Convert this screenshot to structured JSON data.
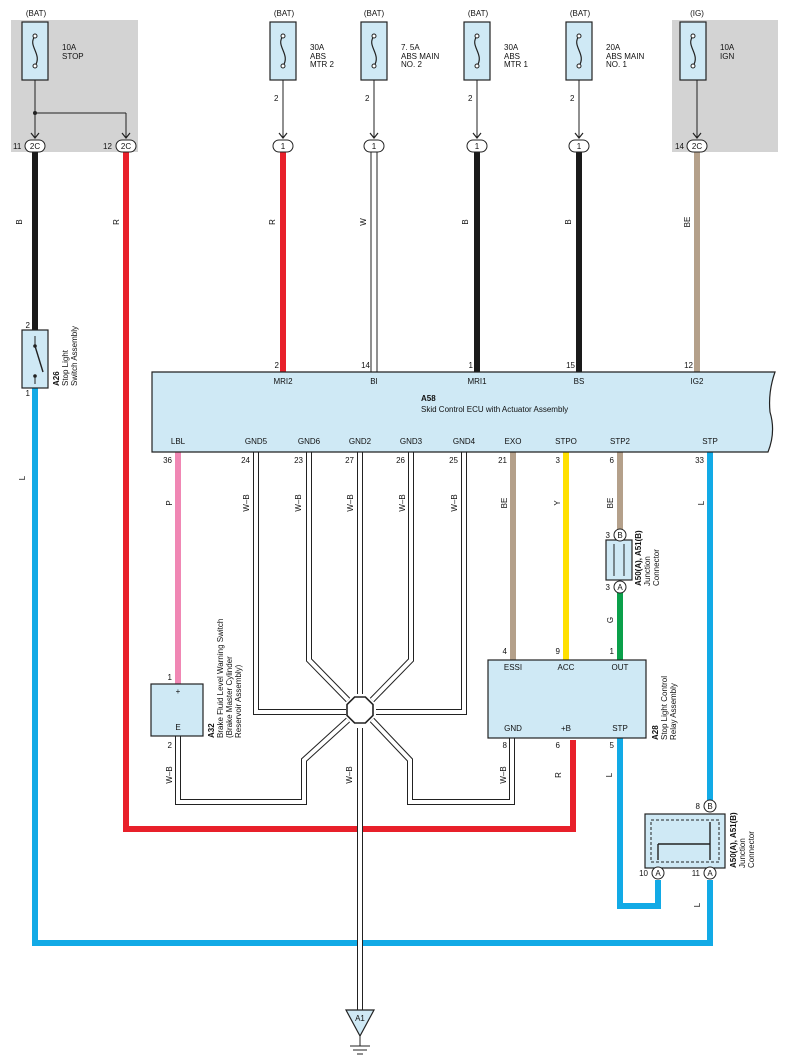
{
  "colors": {
    "red": "#e8202a",
    "black": "#1a1a1a",
    "blue": "#12aae6",
    "pink": "#f087b4",
    "tan": "#b4a08a",
    "yellow": "#ffe000",
    "green": "#0aa04a",
    "box_fill": "#cfe9f5",
    "panel_gray": "#d3d3d3",
    "line": "#222222"
  },
  "top_panels": [
    {
      "source": "(BAT)",
      "amp": "10A",
      "name": [
        "STOP"
      ]
    },
    {
      "source": "(BAT)",
      "amp": "30A",
      "name": [
        "ABS",
        "MTR 2"
      ]
    },
    {
      "source": "(BAT)",
      "amp": "7. 5A",
      "name": [
        "ABS MAIN",
        "NO. 2"
      ]
    },
    {
      "source": "(BAT)",
      "amp": "30A",
      "name": [
        "ABS",
        "MTR 1"
      ]
    },
    {
      "source": "(BAT)",
      "amp": "20A",
      "name": [
        "ABS MAIN",
        "NO. 1"
      ]
    },
    {
      "source": "(IG)",
      "amp": "10A",
      "name": [
        "IGN"
      ]
    }
  ],
  "fuse_pins": [
    "2",
    "2",
    "2",
    "2",
    "2"
  ],
  "connectors": {
    "c11": {
      "pin": "11",
      "code": "2C"
    },
    "c12": {
      "pin": "12",
      "code": "2C"
    },
    "c14": {
      "pin": "14",
      "code": "2C"
    },
    "one": "1"
  },
  "wire_colors": {
    "stop": "B",
    "r12": "R",
    "mtr2": "R",
    "absmain2": "W",
    "mtr1": "B",
    "absmain1": "B",
    "ign": "BE",
    "blue_left": "L",
    "lbl": "P",
    "gnd": [
      "W–B",
      "W–B",
      "W–B",
      "W–B",
      "W–B"
    ],
    "exo": "BE",
    "stpo": "Y",
    "stp2": "BE",
    "green": "G",
    "stp": "L",
    "brake_gnd": "W–B",
    "relay_gnd": "W–B",
    "relay_plus": "R",
    "relay_stp": "L",
    "main_gnd": "W–B",
    "junction_right": "L"
  },
  "ecu": {
    "code": "A58",
    "name": "Skid Control ECU with Actuator Assembly",
    "top_pins": [
      {
        "pin": "2",
        "label": "MRI2"
      },
      {
        "pin": "14",
        "label": "BI"
      },
      {
        "pin": "1",
        "label": "MRI1"
      },
      {
        "pin": "15",
        "label": "BS"
      },
      {
        "pin": "12",
        "label": "IG2"
      }
    ],
    "bottom_pins": [
      {
        "pin": "36",
        "label": "LBL"
      },
      {
        "pin": "24",
        "label": "GND5"
      },
      {
        "pin": "23",
        "label": "GND6"
      },
      {
        "pin": "27",
        "label": "GND2"
      },
      {
        "pin": "26",
        "label": "GND3"
      },
      {
        "pin": "25",
        "label": "GND4"
      },
      {
        "pin": "21",
        "label": "EXO"
      },
      {
        "pin": "3",
        "label": "STPO"
      },
      {
        "pin": "6",
        "label": "STP2"
      },
      {
        "pin": "33",
        "label": "STP"
      }
    ]
  },
  "stop_switch": {
    "pin_top": "2",
    "pin_bottom": "1",
    "code": "A26",
    "name": [
      "Stop Light",
      "Switch Assembly"
    ]
  },
  "brake_switch": {
    "plus": "+",
    "e": "E",
    "pin_top": "1",
    "pin_bottom": "2",
    "code": "A32",
    "name": [
      "Brake Fluid Level Warning Switch",
      "(Brake Master Cylinder",
      "Reservoir Assembly)"
    ]
  },
  "relay": {
    "top_labels": [
      "ESSI",
      "ACC",
      "OUT"
    ],
    "top_pins": [
      "4",
      "9",
      "1"
    ],
    "bottom_labels": [
      "GND",
      "+B",
      "STP"
    ],
    "bottom_pins": [
      "8",
      "6",
      "5"
    ],
    "code": "A28",
    "name": [
      "Stop Light Control",
      "Relay Assembly"
    ]
  },
  "junction_small": {
    "pins": [
      "3",
      "3"
    ],
    "letters": [
      "B",
      "A"
    ],
    "code": "A50(A), A51(B)",
    "name": [
      "Junction",
      "Connector"
    ]
  },
  "junction_large": {
    "pins": [
      "8",
      "10",
      "11"
    ],
    "letters": [
      "B",
      "A",
      "A"
    ],
    "code": "A50(A), A51(B)",
    "name": [
      "Junction",
      "Connector"
    ]
  },
  "ground": {
    "code": "A1"
  }
}
